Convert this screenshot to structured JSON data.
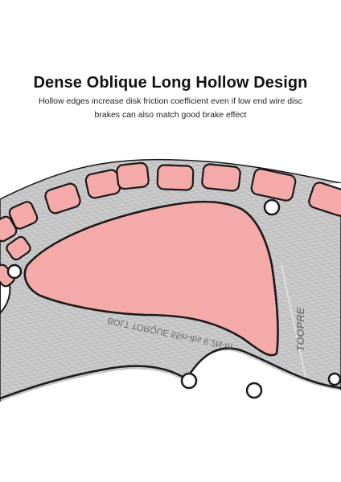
{
  "heading": {
    "title": "Dense Oblique Long Hollow Design",
    "subtitle_line1": "Hollow edges increase disk friction coefficient even if low end wire disc",
    "subtitle_line2": "brakes can also match good brake effect"
  },
  "rotor": {
    "engraving": "BOLT TORQUE 55in-lbs 6.2N-m",
    "brand": "TOOPRE"
  },
  "colors": {
    "background": "#ffffff",
    "steel": "#c9c9c9",
    "hollow_fill": "#f4aaa8",
    "outline": "#1a1a1a"
  }
}
